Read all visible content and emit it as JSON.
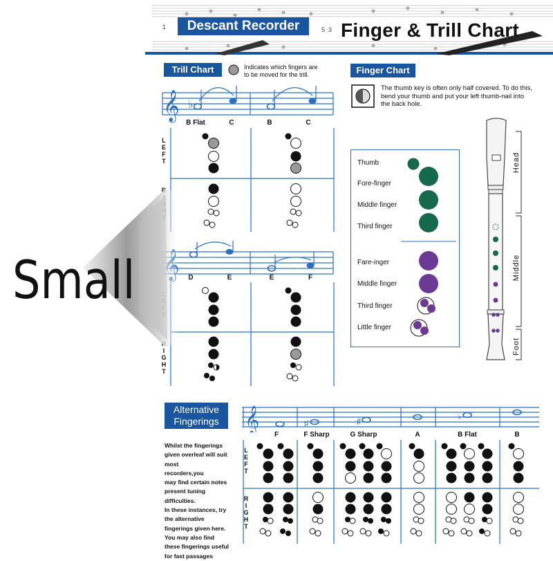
{
  "header": {
    "instrument_label": "Descant Recorder",
    "title": "Finger & Trill Chart",
    "staff_numbers": [
      "1",
      "5",
      "3"
    ]
  },
  "overlay": {
    "size_label": "Small"
  },
  "trill_chart": {
    "label": "Trill Chart",
    "legend_text": "Indicates which fingers are to be moved for the trill.",
    "side_left": [
      "L",
      "E",
      "F",
      "T"
    ],
    "side_right": [
      "R",
      "I",
      "G",
      "H",
      "T"
    ],
    "top_notes": [
      "B Flat",
      "C",
      "B",
      "C"
    ],
    "bottom_notes": [
      "D",
      "E",
      "E",
      "F"
    ]
  },
  "finger_chart": {
    "label": "Finger Chart",
    "thumb_note": "The thumb key is often only half covered. To do this, bend your thumb and put your left thumb-nail into the back hole.",
    "left_hand": [
      "Thumb",
      "Fore-finger",
      "Middle finger",
      "Third finger"
    ],
    "right_hand": [
      "Fare-inger",
      "Middle finger",
      "Third finger",
      "Little finger"
    ],
    "sections": [
      "Head",
      "Middle",
      "Foot"
    ]
  },
  "alternative": {
    "label_line1": "Alternative",
    "label_line2": "Fingerings",
    "note_lines": [
      "Whilst the fingerings",
      "given overleaf will suit most",
      "recorders,you",
      "may find certain notes",
      "present tuning",
      "difficulties.",
      "In these instances, try",
      "the alternative",
      "fingerings given here.",
      "You may also find",
      "these fingerings useful",
      "for fast passages"
    ],
    "notes": [
      "F",
      "F Sharp",
      "G Sharp",
      "A",
      "B Flat",
      "B"
    ],
    "side_left": [
      "L",
      "E",
      "F",
      "T"
    ],
    "side_right": [
      "R",
      "I",
      "G",
      "H",
      "T"
    ]
  },
  "colors": {
    "brand_blue": "#1a56a0",
    "staff_blue": "#2a6fc0",
    "left_hand_green": "#16694a",
    "right_hand_purple": "#6a3a94",
    "trill_grey": "#9a9a9a"
  }
}
